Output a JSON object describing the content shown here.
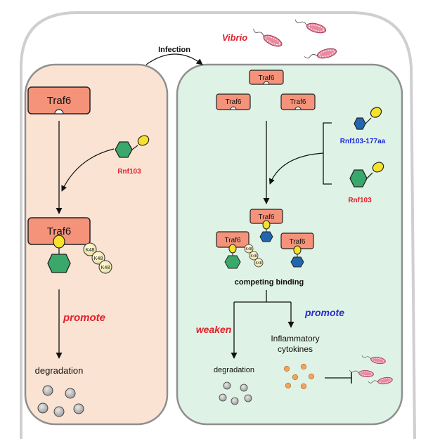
{
  "labels": {
    "infection": "Infection",
    "vibrio": "Vibrio",
    "traf6": "Traf6",
    "rnf103": "Rnf103",
    "rnf103_177aa": "Rnf103-177aa",
    "k48": "K48",
    "promote": "promote",
    "weaken": "weaken",
    "degradation": "degradation",
    "competing_binding": "competing binding",
    "inflammatory_line1": "Inflammatory",
    "inflammatory_line2": "cytokines"
  },
  "colors": {
    "left_cell": "#fbe3d4",
    "right_cell": "#dff2e6",
    "traf6": "#f4937a",
    "rnf103_hex": "#3aa86b",
    "rnf177_hex": "#2167b0",
    "tail": "#f6e22b",
    "k48": "#f5f0b8",
    "promote_red": "#e0202a",
    "promote_blue": "#2a2ad0",
    "cytokine": "#f2a45c",
    "degradation_dot": "#b4b4b4",
    "vibrio": "#d96d86"
  }
}
